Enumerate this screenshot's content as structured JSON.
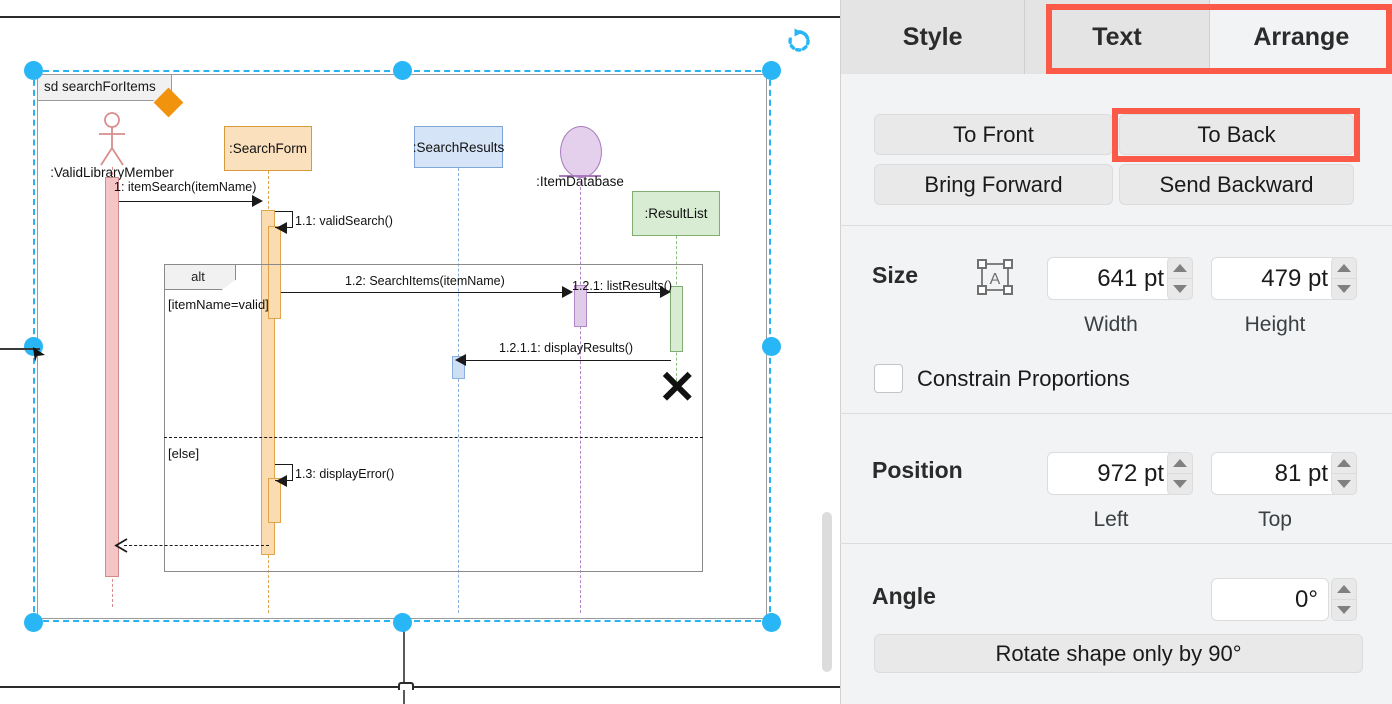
{
  "panel": {
    "tabs": [
      {
        "label": "Style",
        "active": false
      },
      {
        "label": "Text",
        "active": false
      },
      {
        "label": "Arrange",
        "active": true
      }
    ],
    "order": {
      "to_front": "To Front",
      "to_back": "To Back",
      "bring_forward": "Bring Forward",
      "send_backward": "Send Backward"
    },
    "size": {
      "title": "Size",
      "width_value": "641 pt",
      "height_value": "479 pt",
      "width_label": "Width",
      "height_label": "Height",
      "constrain_label": "Constrain Proportions",
      "constrain_checked": false
    },
    "position": {
      "title": "Position",
      "left_value": "972 pt",
      "top_value": "81 pt",
      "left_label": "Left",
      "top_label": "Top"
    },
    "angle": {
      "title": "Angle",
      "value": "0°",
      "rotate_button": "Rotate shape only by 90°"
    },
    "highlight_color": "#fa5a47",
    "accent_selection_color": "#29b6f6"
  },
  "canvas": {
    "diagram": {
      "frame_label": "sd searchForItems",
      "fragment": {
        "operator": "alt",
        "guard_if": "[itemName=valid]",
        "guard_else": "[else]"
      },
      "lifelines": [
        {
          "name": ":ValidLibraryMember",
          "kind": "actor",
          "color": "#f3c5c5"
        },
        {
          "name": ":SearchForm",
          "kind": "box",
          "color": "#fbe0bd"
        },
        {
          "name": ":SearchResults",
          "kind": "box",
          "color": "#d5e4f7"
        },
        {
          "name": ":ItemDatabase",
          "kind": "database",
          "color": "#e4d0ec"
        },
        {
          "name": ":ResultList",
          "kind": "box",
          "color": "#d8ecd3"
        }
      ],
      "messages": [
        {
          "id": "1",
          "label": "1: itemSearch(itemName)",
          "from": ":ValidLibraryMember",
          "to": ":SearchForm",
          "style": "solid"
        },
        {
          "id": "1.1",
          "label": "1.1: validSearch()",
          "from": ":SearchForm",
          "to": ":SearchForm",
          "style": "self"
        },
        {
          "id": "1.2",
          "label": "1.2: SearchItems(itemName)",
          "from": ":SearchForm",
          "to": ":ItemDatabase",
          "style": "solid"
        },
        {
          "id": "1.2.1",
          "label": "1.2.1: listResults()",
          "from": ":ItemDatabase",
          "to": ":ResultList",
          "style": "solid"
        },
        {
          "id": "1.2.1.1",
          "label": "1.2.1.1: displayResults()",
          "from": ":ResultList",
          "to": ":SearchResults",
          "style": "solid"
        },
        {
          "id": "1.3",
          "label": "1.3: displayError()",
          "from": ":SearchForm",
          "to": ":SearchForm",
          "style": "self"
        },
        {
          "id": "ret",
          "label": "",
          "from": ":SearchForm",
          "to": ":ValidLibraryMember",
          "style": "dashed-return"
        }
      ],
      "destruction_marker": "✕"
    }
  }
}
